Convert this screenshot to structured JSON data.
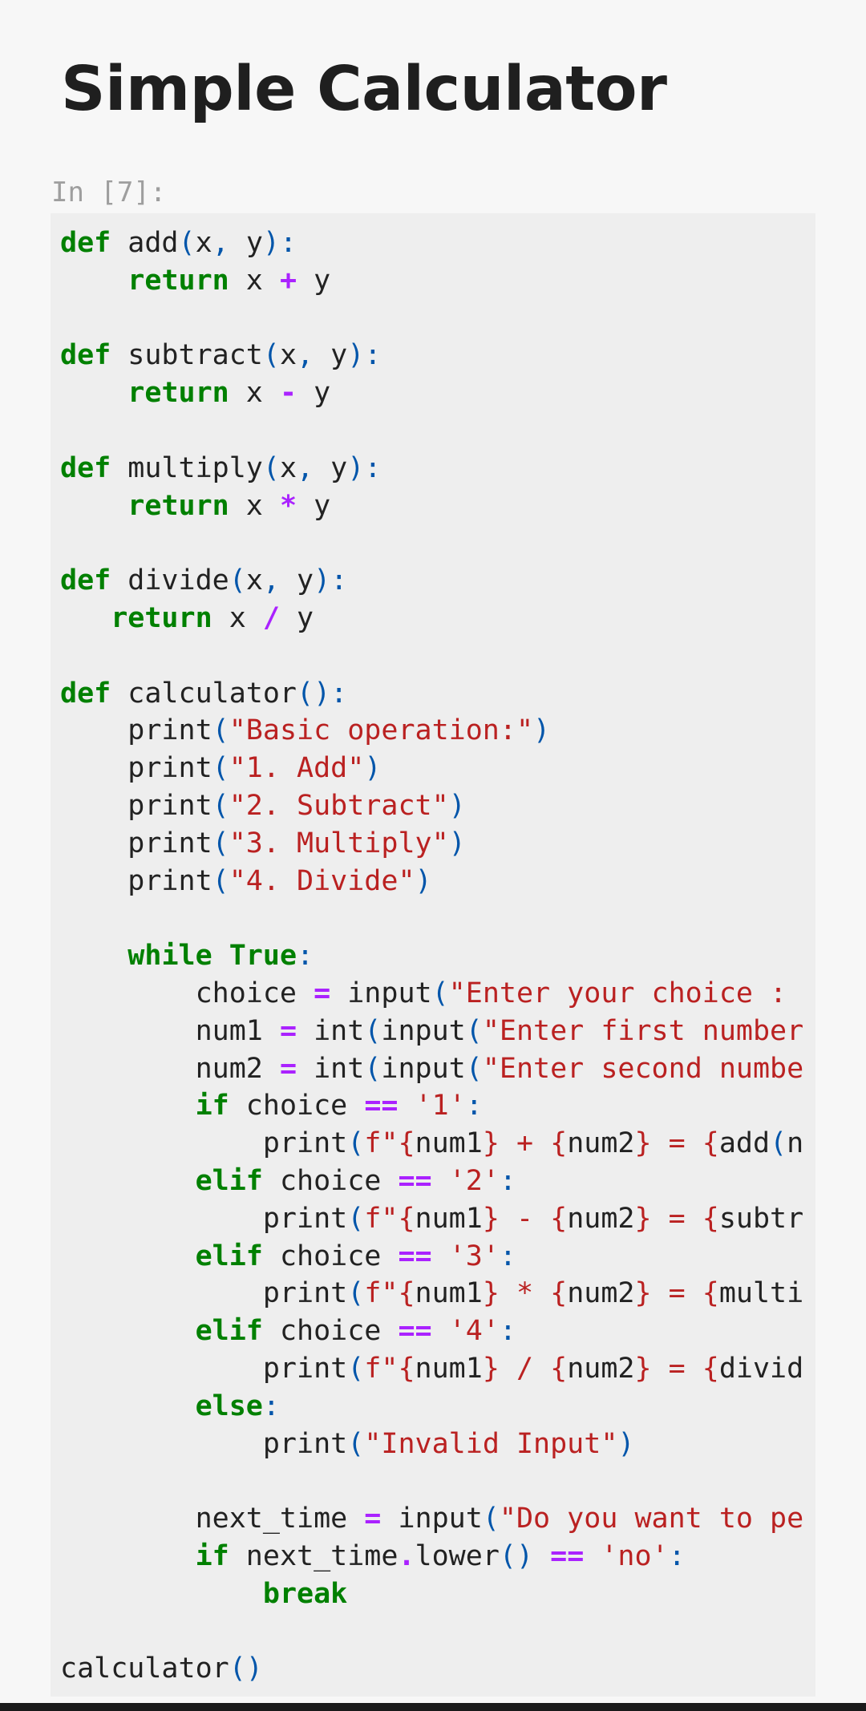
{
  "notebook": {
    "heading": "Simple Calculator",
    "cell": {
      "prompt": "In [7]:",
      "lines": [
        [
          {
            "t": "def",
            "c": "kw"
          },
          {
            "t": " add"
          },
          {
            "t": "(",
            "c": "p"
          },
          {
            "t": "x"
          },
          {
            "t": ",",
            "c": "p"
          },
          {
            "t": " y"
          },
          {
            "t": "):",
            "c": "p"
          }
        ],
        [
          {
            "t": "    "
          },
          {
            "t": "return",
            "c": "kw"
          },
          {
            "t": " x "
          },
          {
            "t": "+",
            "c": "op"
          },
          {
            "t": " y"
          }
        ],
        [],
        [
          {
            "t": "def",
            "c": "kw"
          },
          {
            "t": " subtract"
          },
          {
            "t": "(",
            "c": "p"
          },
          {
            "t": "x"
          },
          {
            "t": ",",
            "c": "p"
          },
          {
            "t": " y"
          },
          {
            "t": "):",
            "c": "p"
          }
        ],
        [
          {
            "t": "    "
          },
          {
            "t": "return",
            "c": "kw"
          },
          {
            "t": " x "
          },
          {
            "t": "-",
            "c": "op"
          },
          {
            "t": " y"
          }
        ],
        [],
        [
          {
            "t": "def",
            "c": "kw"
          },
          {
            "t": " multiply"
          },
          {
            "t": "(",
            "c": "p"
          },
          {
            "t": "x"
          },
          {
            "t": ",",
            "c": "p"
          },
          {
            "t": " y"
          },
          {
            "t": "):",
            "c": "p"
          }
        ],
        [
          {
            "t": "    "
          },
          {
            "t": "return",
            "c": "kw"
          },
          {
            "t": " x "
          },
          {
            "t": "*",
            "c": "op"
          },
          {
            "t": " y"
          }
        ],
        [],
        [
          {
            "t": "def",
            "c": "kw"
          },
          {
            "t": " divide"
          },
          {
            "t": "(",
            "c": "p"
          },
          {
            "t": "x"
          },
          {
            "t": ",",
            "c": "p"
          },
          {
            "t": " y"
          },
          {
            "t": "):",
            "c": "p"
          }
        ],
        [
          {
            "t": "   "
          },
          {
            "t": "return",
            "c": "kw"
          },
          {
            "t": " x "
          },
          {
            "t": "/",
            "c": "op"
          },
          {
            "t": " y"
          }
        ],
        [],
        [
          {
            "t": "def",
            "c": "kw"
          },
          {
            "t": " calculator"
          },
          {
            "t": "():",
            "c": "p"
          }
        ],
        [
          {
            "t": "    print"
          },
          {
            "t": "(",
            "c": "p"
          },
          {
            "t": "\"Basic operation:\"",
            "c": "str"
          },
          {
            "t": ")",
            "c": "p"
          }
        ],
        [
          {
            "t": "    print"
          },
          {
            "t": "(",
            "c": "p"
          },
          {
            "t": "\"1. Add\"",
            "c": "str"
          },
          {
            "t": ")",
            "c": "p"
          }
        ],
        [
          {
            "t": "    print"
          },
          {
            "t": "(",
            "c": "p"
          },
          {
            "t": "\"2. Subtract\"",
            "c": "str"
          },
          {
            "t": ")",
            "c": "p"
          }
        ],
        [
          {
            "t": "    print"
          },
          {
            "t": "(",
            "c": "p"
          },
          {
            "t": "\"3. Multiply\"",
            "c": "str"
          },
          {
            "t": ")",
            "c": "p"
          }
        ],
        [
          {
            "t": "    print"
          },
          {
            "t": "(",
            "c": "p"
          },
          {
            "t": "\"4. Divide\"",
            "c": "str"
          },
          {
            "t": ")",
            "c": "p"
          }
        ],
        [],
        [
          {
            "t": "    "
          },
          {
            "t": "while",
            "c": "kw"
          },
          {
            "t": " "
          },
          {
            "t": "True",
            "c": "kw"
          },
          {
            "t": ":",
            "c": "p"
          }
        ],
        [
          {
            "t": "        choice "
          },
          {
            "t": "=",
            "c": "op"
          },
          {
            "t": " input"
          },
          {
            "t": "(",
            "c": "p"
          },
          {
            "t": "\"Enter your choice :",
            "c": "str"
          }
        ],
        [
          {
            "t": "        num1 "
          },
          {
            "t": "=",
            "c": "op"
          },
          {
            "t": " int"
          },
          {
            "t": "(",
            "c": "p"
          },
          {
            "t": "input"
          },
          {
            "t": "(",
            "c": "p"
          },
          {
            "t": "\"Enter first number",
            "c": "str"
          }
        ],
        [
          {
            "t": "        num2 "
          },
          {
            "t": "=",
            "c": "op"
          },
          {
            "t": " int"
          },
          {
            "t": "(",
            "c": "p"
          },
          {
            "t": "input"
          },
          {
            "t": "(",
            "c": "p"
          },
          {
            "t": "\"Enter second numbe",
            "c": "str"
          }
        ],
        [
          {
            "t": "        "
          },
          {
            "t": "if",
            "c": "kw"
          },
          {
            "t": " choice "
          },
          {
            "t": "==",
            "c": "op"
          },
          {
            "t": " "
          },
          {
            "t": "'1'",
            "c": "str"
          },
          {
            "t": ":",
            "c": "p"
          }
        ],
        [
          {
            "t": "            print"
          },
          {
            "t": "(",
            "c": "p"
          },
          {
            "t": "f\"{",
            "c": "str"
          },
          {
            "t": "num1"
          },
          {
            "t": "} + {",
            "c": "str"
          },
          {
            "t": "num2"
          },
          {
            "t": "} = {",
            "c": "str"
          },
          {
            "t": "add"
          },
          {
            "t": "(",
            "c": "p"
          },
          {
            "t": "n"
          }
        ],
        [
          {
            "t": "        "
          },
          {
            "t": "elif",
            "c": "kw"
          },
          {
            "t": " choice "
          },
          {
            "t": "==",
            "c": "op"
          },
          {
            "t": " "
          },
          {
            "t": "'2'",
            "c": "str"
          },
          {
            "t": ":",
            "c": "p"
          }
        ],
        [
          {
            "t": "            print"
          },
          {
            "t": "(",
            "c": "p"
          },
          {
            "t": "f\"{",
            "c": "str"
          },
          {
            "t": "num1"
          },
          {
            "t": "} - {",
            "c": "str"
          },
          {
            "t": "num2"
          },
          {
            "t": "} = {",
            "c": "str"
          },
          {
            "t": "subtr"
          }
        ],
        [
          {
            "t": "        "
          },
          {
            "t": "elif",
            "c": "kw"
          },
          {
            "t": " choice "
          },
          {
            "t": "==",
            "c": "op"
          },
          {
            "t": " "
          },
          {
            "t": "'3'",
            "c": "str"
          },
          {
            "t": ":",
            "c": "p"
          }
        ],
        [
          {
            "t": "            print"
          },
          {
            "t": "(",
            "c": "p"
          },
          {
            "t": "f\"{",
            "c": "str"
          },
          {
            "t": "num1"
          },
          {
            "t": "} * {",
            "c": "str"
          },
          {
            "t": "num2"
          },
          {
            "t": "} = {",
            "c": "str"
          },
          {
            "t": "multi"
          }
        ],
        [
          {
            "t": "        "
          },
          {
            "t": "elif",
            "c": "kw"
          },
          {
            "t": " choice "
          },
          {
            "t": "==",
            "c": "op"
          },
          {
            "t": " "
          },
          {
            "t": "'4'",
            "c": "str"
          },
          {
            "t": ":",
            "c": "p"
          }
        ],
        [
          {
            "t": "            print"
          },
          {
            "t": "(",
            "c": "p"
          },
          {
            "t": "f\"{",
            "c": "str"
          },
          {
            "t": "num1"
          },
          {
            "t": "} / {",
            "c": "str"
          },
          {
            "t": "num2"
          },
          {
            "t": "} = {",
            "c": "str"
          },
          {
            "t": "divid"
          }
        ],
        [
          {
            "t": "        "
          },
          {
            "t": "else",
            "c": "kw"
          },
          {
            "t": ":",
            "c": "p"
          }
        ],
        [
          {
            "t": "            print"
          },
          {
            "t": "(",
            "c": "p"
          },
          {
            "t": "\"Invalid Input\"",
            "c": "str"
          },
          {
            "t": ")",
            "c": "p"
          }
        ],
        [],
        [
          {
            "t": "        next_time "
          },
          {
            "t": "=",
            "c": "op"
          },
          {
            "t": " input"
          },
          {
            "t": "(",
            "c": "p"
          },
          {
            "t": "\"Do you want to pe",
            "c": "str"
          }
        ],
        [
          {
            "t": "        "
          },
          {
            "t": "if",
            "c": "kw"
          },
          {
            "t": " next_time"
          },
          {
            "t": ".",
            "c": "op"
          },
          {
            "t": "lower"
          },
          {
            "t": "()",
            "c": "p"
          },
          {
            "t": " "
          },
          {
            "t": "==",
            "c": "op"
          },
          {
            "t": " "
          },
          {
            "t": "'no'",
            "c": "str"
          },
          {
            "t": ":",
            "c": "p"
          }
        ],
        [
          {
            "t": "            "
          },
          {
            "t": "break",
            "c": "kw"
          }
        ],
        [],
        [
          {
            "t": "calculator"
          },
          {
            "t": "()",
            "c": "p"
          }
        ]
      ]
    }
  }
}
